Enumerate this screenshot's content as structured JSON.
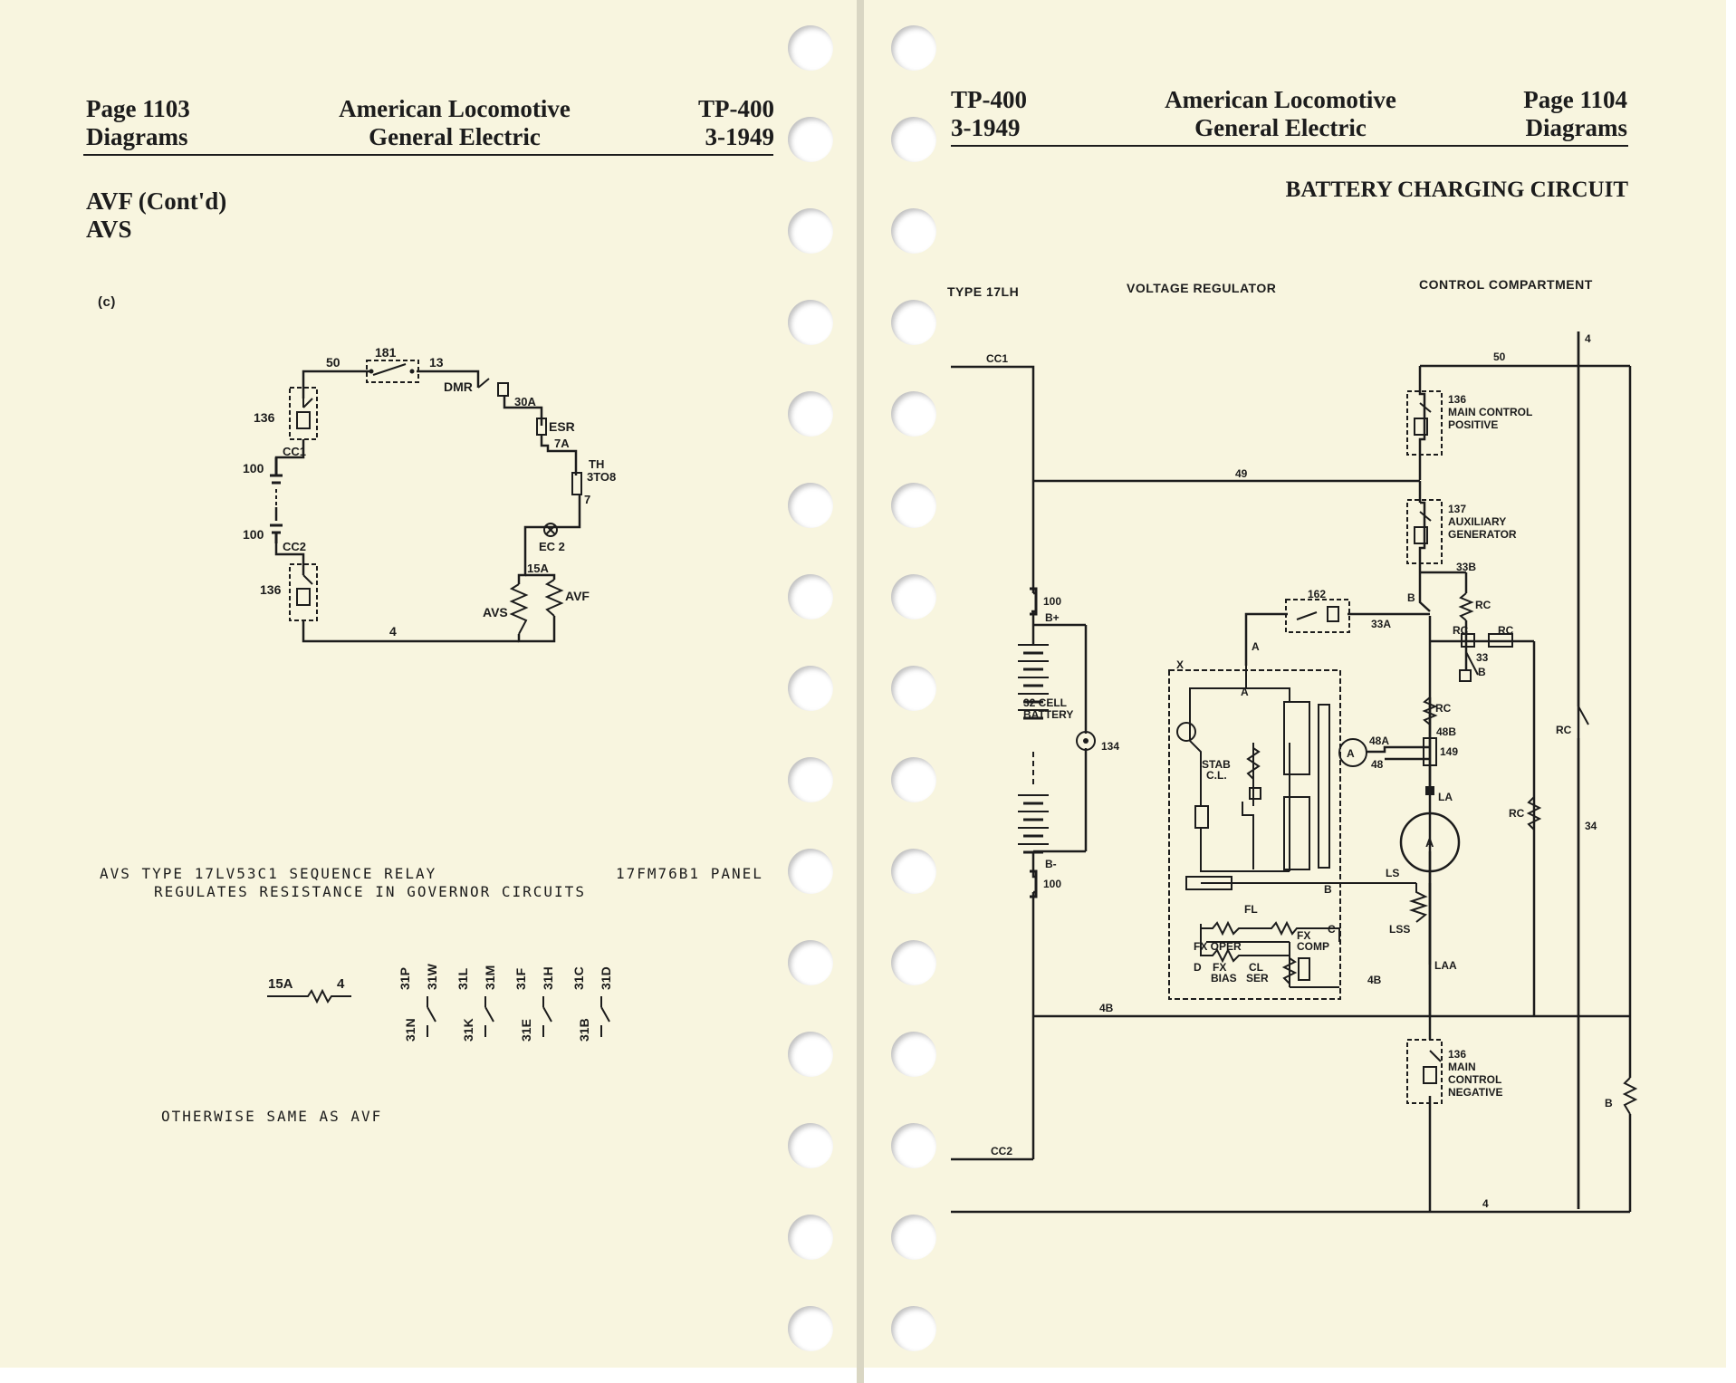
{
  "left_page": {
    "header": {
      "page": "Page 1103",
      "section": "Diagrams",
      "org_line1": "American Locomotive",
      "org_line2": "General Electric",
      "doc": "TP-400",
      "date": "3-1949"
    },
    "section_title": {
      "line1": "AVF (Cont'd)",
      "line2": "AVS"
    },
    "figure_label": "(c)",
    "diagram_labels": {
      "w50": "50",
      "r181": "181",
      "w13": "13",
      "dmr": "DMR",
      "w30a": "30A",
      "esr": "ESR",
      "w7a": "7A",
      "th": "TH",
      "th_range": "3TO8",
      "w7": "7",
      "ec2": "EC 2",
      "w15a": "15A",
      "avf": "AVF",
      "avs": "AVS",
      "w4": "4",
      "r136_top": "136",
      "cc1": "CC1",
      "r100_top": "100",
      "r100_bot": "100",
      "cc2": "CC2",
      "r136_bot": "136"
    },
    "caption": {
      "line1": "AVS TYPE 17LV53C1 SEQUENCE RELAY",
      "line2": "REGULATES RESISTANCE IN GOVERNOR CIRCUITS",
      "panel": "17FM76B1 PANEL"
    },
    "resistor_labels": {
      "from": "15A",
      "to": "4"
    },
    "contacts_top": [
      "31P",
      "31W",
      "31L",
      "31M",
      "31F",
      "31H",
      "31C",
      "31D"
    ],
    "contacts_bottom": [
      "31N",
      "31K",
      "31E",
      "31B"
    ],
    "note": "OTHERWISE SAME AS AVF"
  },
  "right_page": {
    "header": {
      "doc": "TP-400",
      "date": "3-1949",
      "org_line1": "American Locomotive",
      "org_line2": "General Electric",
      "page": "Page 1104",
      "section": "Diagrams"
    },
    "title": "BATTERY CHARGING CIRCUIT",
    "column_headers": {
      "c1": "TYPE 17LH",
      "c2": "VOLTAGE REGULATOR",
      "c3": "CONTROL COMPARTMENT"
    },
    "labels": {
      "cc1": "CC1",
      "cc2": "CC2",
      "w4_top": "4",
      "w50": "50",
      "w49": "49",
      "w4b": "4B",
      "w4_bot": "4",
      "r136a": "136",
      "r136a_desc1": "MAIN CONTROL",
      "r136a_desc2": "POSITIVE",
      "r137": "137",
      "r137_desc1": "AUXILIARY",
      "r137_desc2": "GENERATOR",
      "w33b": "33B",
      "b1": "B",
      "rc1": "RC",
      "rc2": "RC",
      "rc3": "RC",
      "w33": "33",
      "b2": "B",
      "r162": "162",
      "w33a": "33A",
      "a1": "A",
      "x": "X",
      "a2": "A",
      "r100_top": "100",
      "bplus": "B+",
      "battery1": "32 CELL",
      "battery2": "BATTERY",
      "m134": "134",
      "bminus": "B-",
      "r100_bot": "100",
      "stab1": "STAB",
      "stab2": "C.L.",
      "rc4": "RC",
      "w48b": "48B",
      "w48a": "48A",
      "w48": "48",
      "r149": "149",
      "ammeter": "A",
      "la": "LA",
      "gen": "A",
      "ls": "LS",
      "lss": "LSS",
      "b3": "B",
      "fl": "FL",
      "c": "C",
      "fx_oper": "FX OPER",
      "fx1": "FX",
      "comp": "COMP",
      "d": "D",
      "fx_bias1": "FX",
      "fx_bias2": "BIAS",
      "cl1": "CL",
      "ser": "SER",
      "w4b_small": "4B",
      "laa": "LAA",
      "r136b": "136",
      "r136b_desc1": "MAIN",
      "r136b_desc2": "CONTROL",
      "r136b_desc3": "NEGATIVE",
      "rc_far": "RC",
      "rc_res": "RC",
      "w34": "34",
      "b_far": "B"
    }
  }
}
